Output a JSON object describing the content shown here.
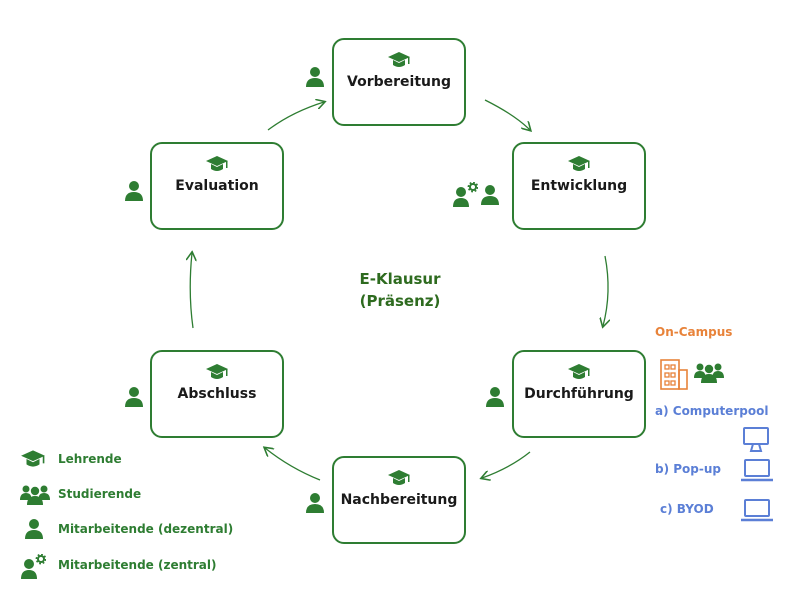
{
  "diagram": {
    "center_title_line1": "E-Klausur",
    "center_title_line2": "(Präsenz)",
    "phases": [
      {
        "label": "Vorbereitung"
      },
      {
        "label": "Entwicklung"
      },
      {
        "label": "Durchführung"
      },
      {
        "label": "Nachbereitung"
      },
      {
        "label": "Abschluss"
      },
      {
        "label": "Evaluation"
      }
    ],
    "cycle_direction": "clockwise",
    "phase_icon": "graduation-cap-icon",
    "accent_color": "#2e7d32"
  },
  "legend": {
    "items": [
      {
        "icon": "graduation-cap-icon",
        "label": "Lehrende"
      },
      {
        "icon": "group-icon",
        "label": "Studierende"
      },
      {
        "icon": "person-icon",
        "label": "Mitarbeitende (dezentral)"
      },
      {
        "icon": "person-gear-icon",
        "label": "Mitarbeitende (zentral)"
      }
    ]
  },
  "oncampus": {
    "title": "On-Campus",
    "title_color": "#e8833a",
    "options": [
      {
        "label": "a) Computerpool",
        "icon": "desktop-computer-icon"
      },
      {
        "label": "b) Pop-up",
        "icon": "laptop-icon"
      },
      {
        "label": "c) BYOD",
        "icon": "laptop-icon"
      }
    ],
    "option_color": "#5b7fd6"
  }
}
